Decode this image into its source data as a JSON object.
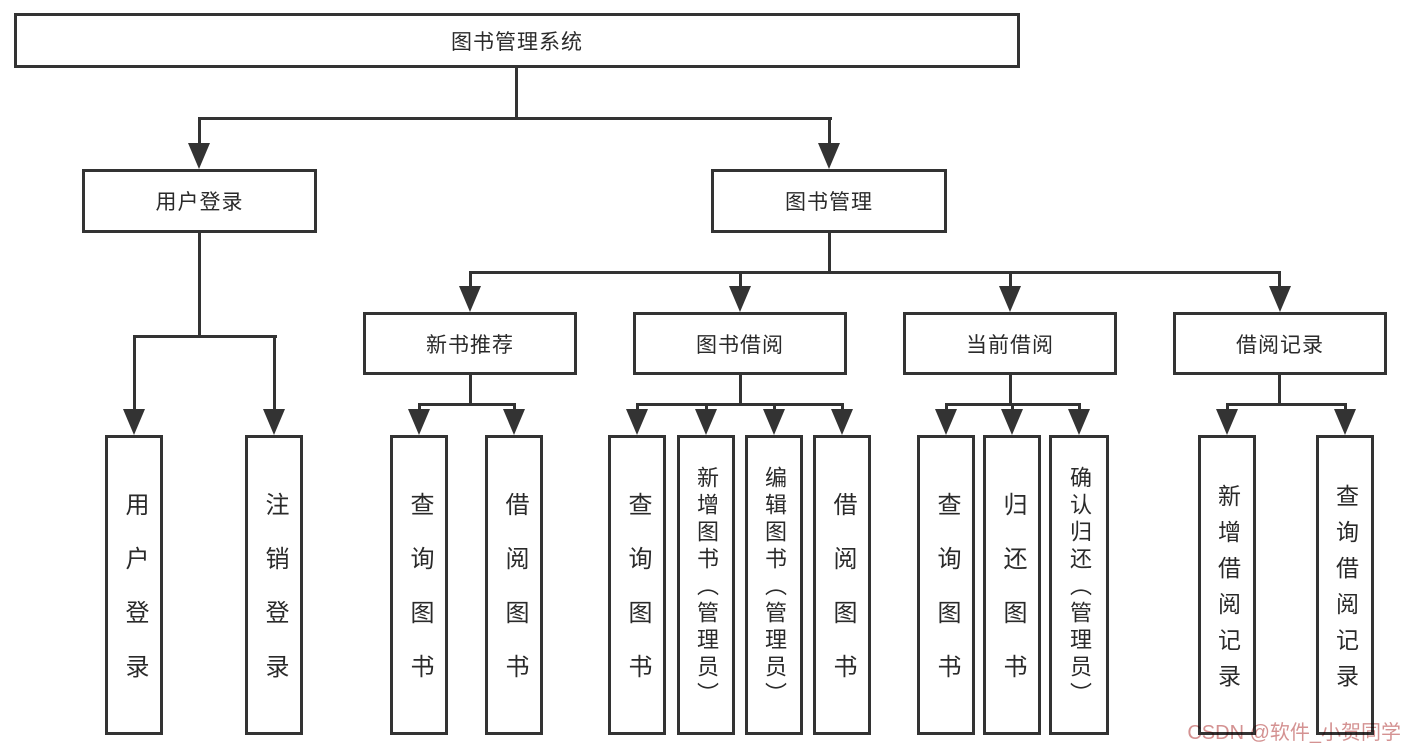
{
  "diagram": {
    "root": "图书管理系统",
    "level2": {
      "login": "用户登录",
      "mgmt": "图书管理"
    },
    "level3": {
      "recommend": "新书推荐",
      "borrow": "图书借阅",
      "current": "当前借阅",
      "records": "借阅记录"
    },
    "leaves": {
      "login_1": "用户登录",
      "login_2": "注销登录",
      "rec_1": "查询图书",
      "rec_2": "借阅图书",
      "bor_1": "查询图书",
      "bor_2": "新增图书（管理员）",
      "bor_3": "编辑图书（管理员）",
      "bor_4": "借阅图书",
      "cur_1": "查询图书",
      "cur_2": "归还图书",
      "cur_3": "确认归还（管理员）",
      "rcd_1": "新增借阅记录",
      "rcd_2": "查询借阅记录"
    }
  },
  "watermark": {
    "text": "CSDN @软件_小贺同学",
    "color": "#d49292"
  },
  "colors": {
    "line": "#333333",
    "text": "#2a2a2a",
    "background": "#ffffff"
  }
}
